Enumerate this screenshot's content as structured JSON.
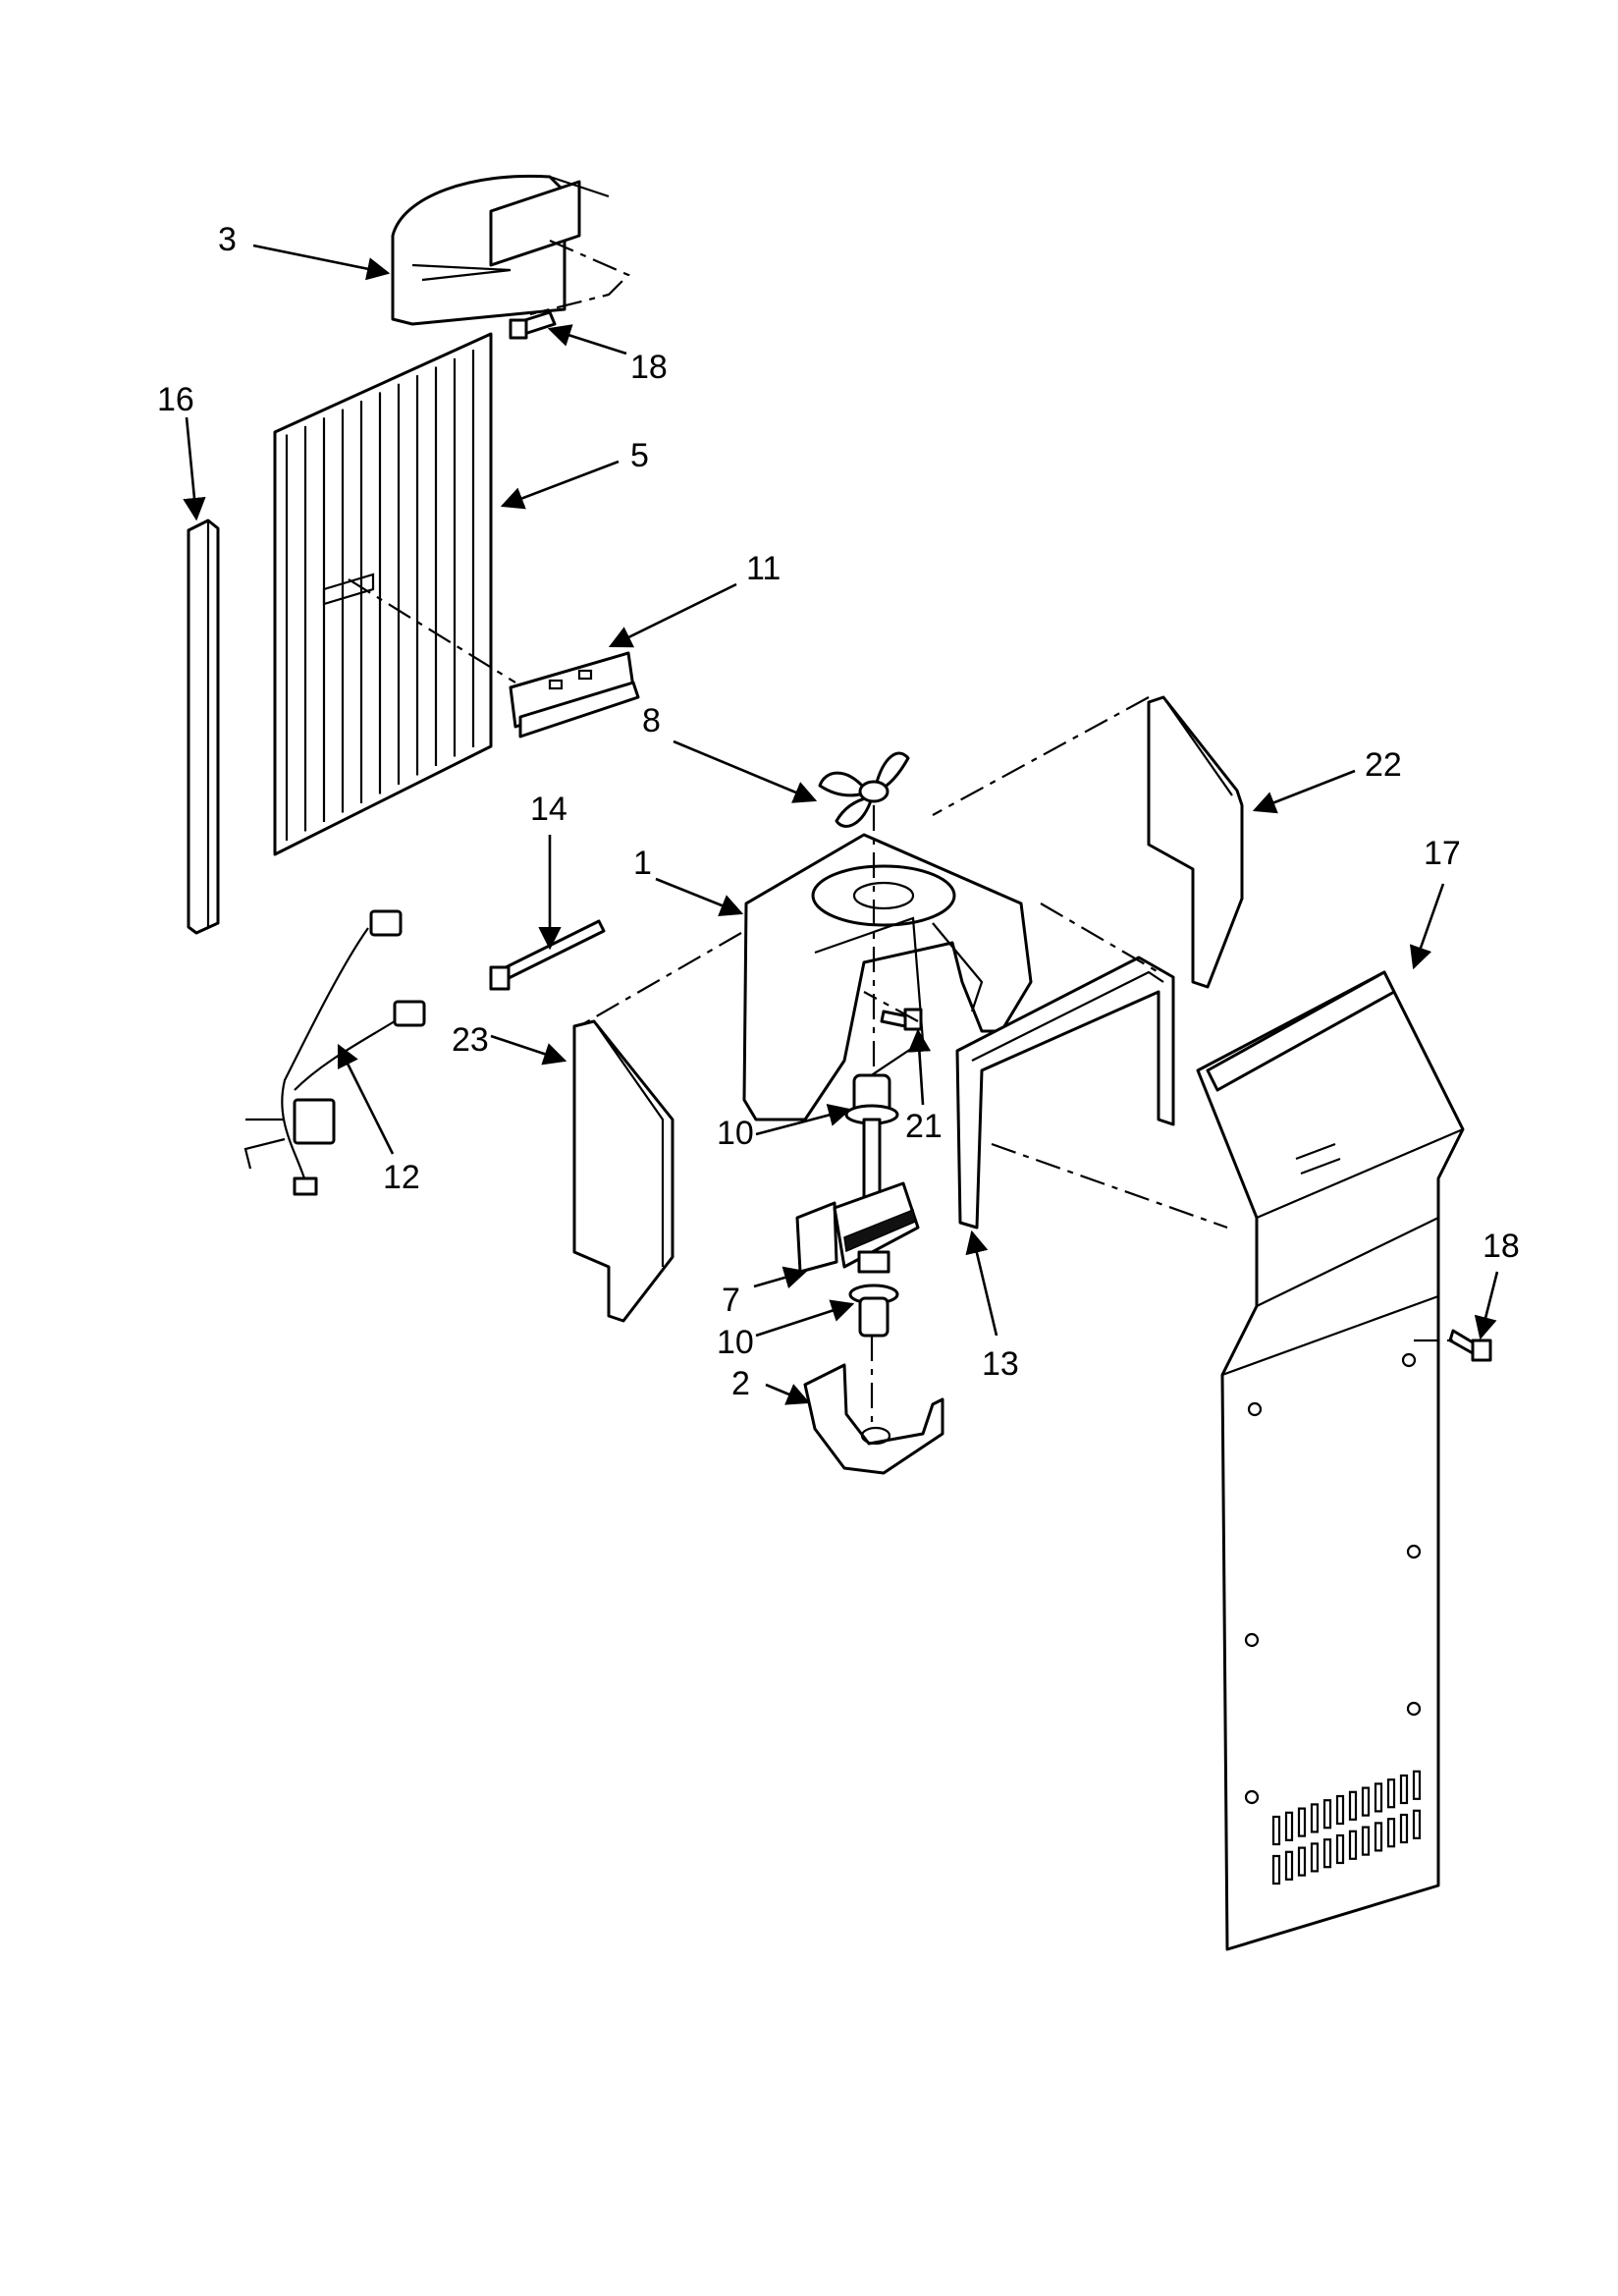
{
  "callouts": {
    "c1": "1",
    "c2": "2",
    "c3": "3",
    "c5": "5",
    "c7": "7",
    "c8": "8",
    "c10a": "10",
    "c10b": "10",
    "c11": "11",
    "c12": "12",
    "c13": "13",
    "c14": "14",
    "c16": "16",
    "c17": "17",
    "c18a": "18",
    "c18b": "18",
    "c21": "21",
    "c22": "22",
    "c23": "23"
  }
}
